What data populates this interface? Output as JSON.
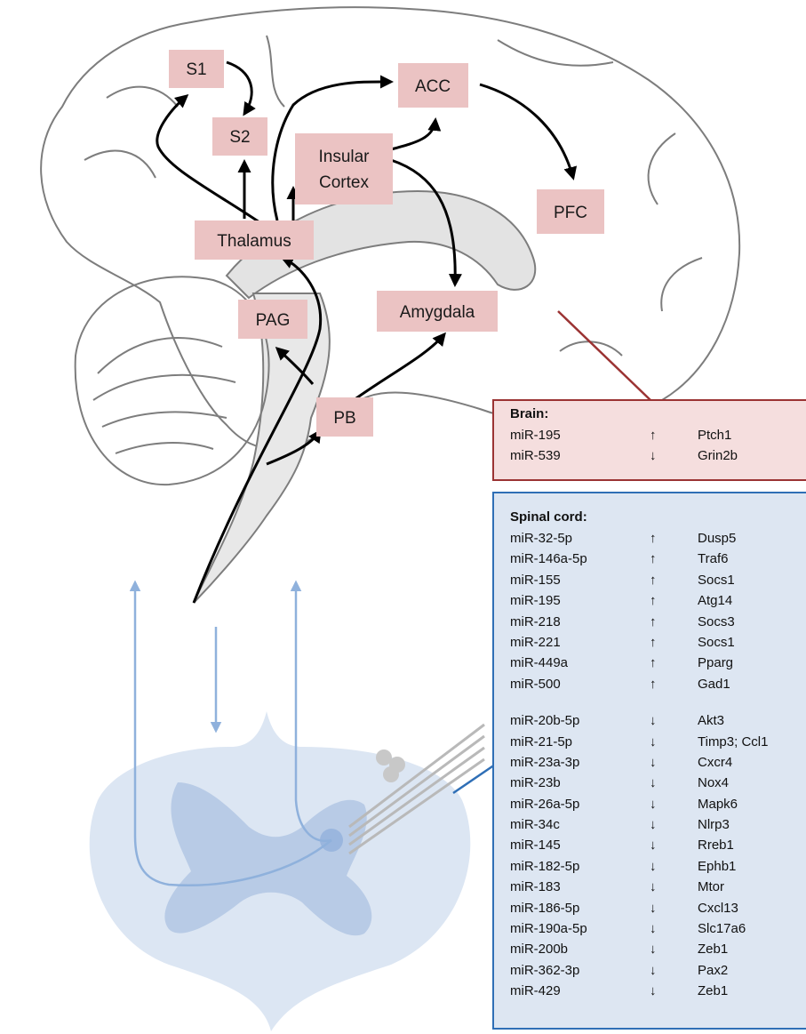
{
  "regions": {
    "s1": "S1",
    "s2": "S2",
    "acc": "ACC",
    "insular_1": "Insular",
    "insular_2": "Cortex",
    "pfc": "PFC",
    "thalamus": "Thalamus",
    "pag": "PAG",
    "amygdala": "Amygdala",
    "pb": "PB"
  },
  "brain_table": {
    "title": "Brain",
    "rows": [
      {
        "mirna": "miR-195",
        "direction": "↑",
        "target": "Ptch1"
      },
      {
        "mirna": "miR-539",
        "direction": "↓",
        "target": "Grin2b"
      }
    ]
  },
  "spinal_table": {
    "title": "Spinal cord",
    "up_rows": [
      {
        "mirna": "miR-32-5p",
        "direction": "↑",
        "target": "Dusp5"
      },
      {
        "mirna": "miR-146a-5p",
        "direction": "↑",
        "target": "Traf6"
      },
      {
        "mirna": "miR-155",
        "direction": "↑",
        "target": "Socs1"
      },
      {
        "mirna": "miR-195",
        "direction": "↑",
        "target": "Atg14"
      },
      {
        "mirna": "miR-218",
        "direction": "↑",
        "target": "Socs3"
      },
      {
        "mirna": "miR-221",
        "direction": "↑",
        "target": "Socs1"
      },
      {
        "mirna": "miR-449a",
        "direction": "↑",
        "target": "Pparg"
      },
      {
        "mirna": "miR-500",
        "direction": "↑",
        "target": "Gad1"
      }
    ],
    "down_rows": [
      {
        "mirna": "miR-20b-5p",
        "direction": "↓",
        "target": "Akt3"
      },
      {
        "mirna": "miR-21-5p",
        "direction": "↓",
        "target": "Timp3; Ccl1"
      },
      {
        "mirna": "miR-23a-3p",
        "direction": "↓",
        "target": "Cxcr4"
      },
      {
        "mirna": "miR-23b",
        "direction": "↓",
        "target": "Nox4"
      },
      {
        "mirna": "miR-26a-5p",
        "direction": "↓",
        "target": "Mapk6"
      },
      {
        "mirna": "miR-34c",
        "direction": "↓",
        "target": "Nlrp3"
      },
      {
        "mirna": "miR-145",
        "direction": "↓",
        "target": "Rreb1"
      },
      {
        "mirna": "miR-182-5p",
        "direction": "↓",
        "target": "Ephb1"
      },
      {
        "mirna": "miR-183",
        "direction": "↓",
        "target": "Mtor"
      },
      {
        "mirna": "miR-186-5p",
        "direction": "↓",
        "target": "Cxcl13"
      },
      {
        "mirna": "miR-190a-5p",
        "direction": "↓",
        "target": "Slc17a6"
      },
      {
        "mirna": "miR-200b",
        "direction": "↓",
        "target": "Zeb1"
      },
      {
        "mirna": "miR-362-3p",
        "direction": "↓",
        "target": "Pax2"
      },
      {
        "mirna": "miR-429",
        "direction": "↓",
        "target": "Zeb1"
      }
    ]
  },
  "colors": {
    "region_box": "#ebc3c3",
    "brain_box_fill": "#f5dede",
    "brain_box_border": "#9b3333",
    "spinal_box_fill": "#dde6f2",
    "spinal_box_border": "#2f6fb6",
    "pathway_arrow": "#000000",
    "spinal_pathway": "#8fb1dc"
  }
}
